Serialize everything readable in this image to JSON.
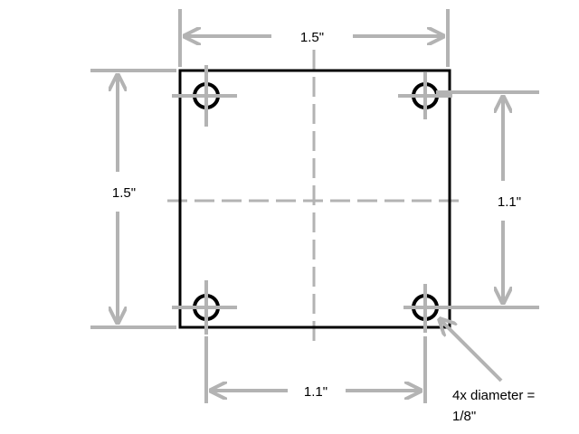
{
  "labels": {
    "top_width": "1.5\"",
    "left_height": "1.5\"",
    "right_hole_spacing": "1.1\"",
    "bottom_hole_spacing": "1.1\"",
    "hole_note_line1": "4x diameter =",
    "hole_note_line2": "1/8\""
  },
  "colors": {
    "dimension": "#b3b3b3",
    "part": "#000000"
  }
}
